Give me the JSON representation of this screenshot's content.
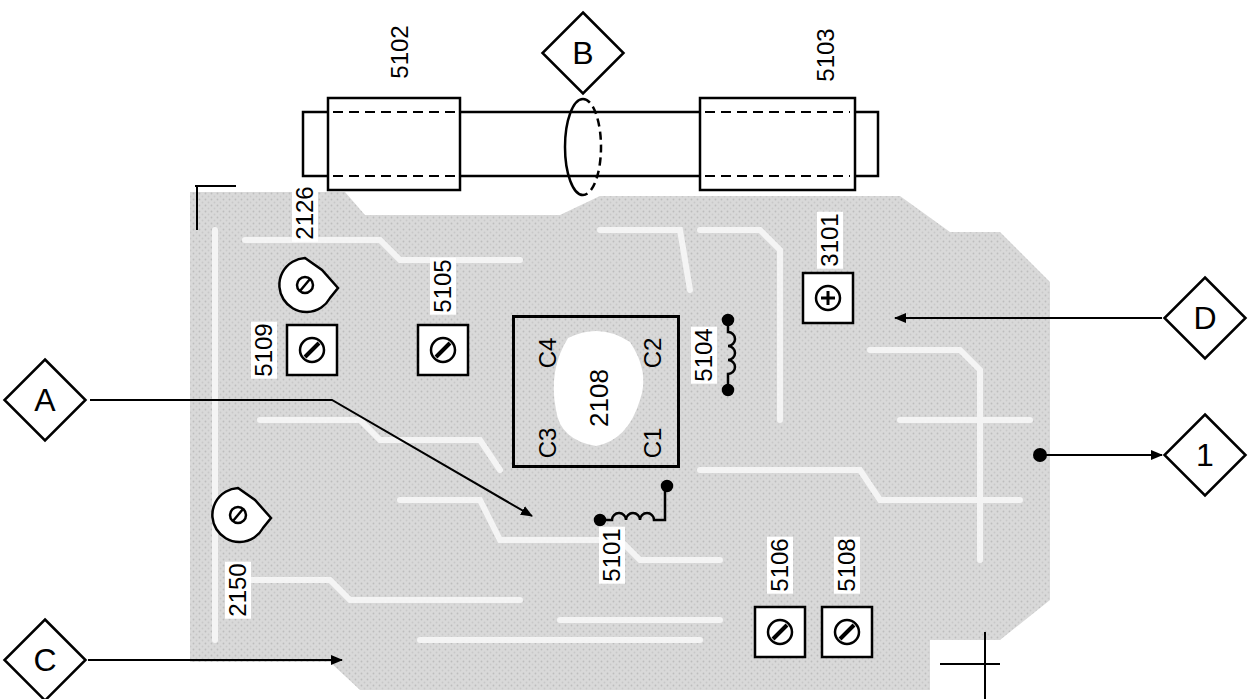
{
  "diagram": {
    "nodes": [
      {
        "text": [
          "B"
        ]
      },
      {
        "text": [
          "2108",
          "C4",
          "C2",
          "C3",
          "C1"
        ]
      },
      {
        "text": [
          "D"
        ]
      },
      {
        "text": [
          "A"
        ]
      },
      {
        "text": [
          "1"
        ]
      },
      {
        "text": [
          "C"
        ]
      }
    ],
    "labels": [
      "5102",
      "5103",
      "2126",
      "5109",
      "5105",
      "3101",
      "5104",
      "2150",
      "5101",
      "5106",
      "5108"
    ]
  }
}
